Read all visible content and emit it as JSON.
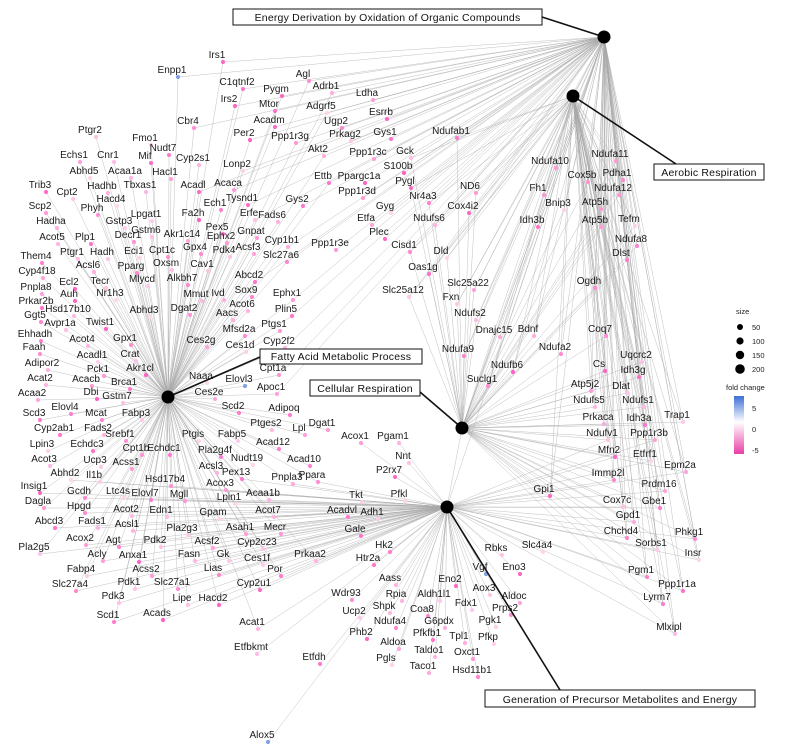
{
  "hubs": [
    {
      "id": "energy",
      "label": "Energy Derivation by Oxidation of Organic Compounds"
    },
    {
      "id": "aerobic",
      "label": "Aerobic Respiration"
    },
    {
      "id": "fatty",
      "label": "Fatty Acid Metabolic Process"
    },
    {
      "id": "cellular",
      "label": "Cellular Respiration"
    },
    {
      "id": "precursor",
      "label": "Generation of Precursor Metabolites and Energy"
    }
  ],
  "genes": [
    "Irs1",
    "Enpp1",
    "C1qtnf2",
    "Irs2",
    "Agl",
    "Pygm",
    "Adrb1",
    "Ldha",
    "Mtor",
    "Adgrf5",
    "Esrrb",
    "Cbr4",
    "Ptgr2",
    "Fmo1",
    "Nudt7",
    "Mif",
    "Cyp2s1",
    "Lonp2",
    "Acadm",
    "Per2",
    "Ppp1r3g",
    "Ugp2",
    "Prkag2",
    "Gys1",
    "Akt2",
    "Ppp1r3c",
    "Gck",
    "Ndufab1",
    "Ndufa10",
    "Ndufa11",
    "Cox5b",
    "Pdha1",
    "Echs1",
    "Cnr1",
    "Abhd5",
    "Acaa1a",
    "Hacl1",
    "Hadhb",
    "Tbxas1",
    "Acadl",
    "Acaca",
    "Hacd4",
    "Lpgat1",
    "Fa2h",
    "Tysnd1",
    "Erfe",
    "Ech1",
    "Gstm6",
    "Pex5",
    "Gnpat",
    "Fads6",
    "Trib3",
    "Cpt2",
    "Phyh",
    "Gstp3",
    "Scp2",
    "Decr1",
    "Hadha",
    "Plp1",
    "Acot5",
    "Ptgr1",
    "Hadh",
    "Eci1",
    "Cpt1c",
    "Gpx4",
    "Pdk4",
    "Akr1c14",
    "Ephx2",
    "Acsf3",
    "Cyp1b1",
    "Slc27a6",
    "Them4",
    "Acsl6",
    "Pparg",
    "Oxsm",
    "Cav1",
    "Abcd2",
    "Cyp4f18",
    "Ecl2",
    "Tecr",
    "Mlycd",
    "Nr1h3",
    "Alkbh7",
    "Ivd",
    "Sox9",
    "Ephx1",
    "Ettb",
    "Ppargc1a",
    "Gys2",
    "S100b",
    "Pygl",
    "Ppp1r3d",
    "Gyg",
    "Nr4a3",
    "Ndufs6",
    "Etfa",
    "Plec",
    "Cisd1",
    "Dld",
    "Oas1g",
    "Slc25a12",
    "Slc25a22",
    "Fxn",
    "Ndufs2",
    "Dnajc15",
    "Bdnf",
    "Ndufa9",
    "Ndufb6",
    "Suclg1",
    "Ndufa2",
    "ND6",
    "Cox4i2",
    "Fh1",
    "Bnip3",
    "Idh3b",
    "Atp5h",
    "Ndufa12",
    "Atp5b",
    "Tefm",
    "Ndufa8",
    "Dlst",
    "Ogdh",
    "Coq7",
    "Ppp1r3e",
    "Uqcrc2",
    "Cs",
    "Idh3g",
    "Dlat",
    "Atp5j2",
    "Ndufs5",
    "Ndufs1",
    "Prkaca",
    "Idh3a",
    "Trap1",
    "Ndufv1",
    "Ppp1r3b",
    "Mfn2",
    "Etfrf1",
    "Pnpla8",
    "Auh",
    "Prkar2b",
    "Hsd17b10",
    "Ggt5",
    "Abhd3",
    "Dgat2",
    "Aacs",
    "Mmut",
    "Acot6",
    "Plin5",
    "Ptgs1",
    "Mfsd2a",
    "Ces2g",
    "Ces1d",
    "Cpt1a",
    "Elovl3",
    "Cyp2f2",
    "Apoc1",
    "Naaa",
    "Ces2e",
    "Acadvl",
    "Avpr1a",
    "Twist1",
    "Ehhadh",
    "Faah",
    "Acot4",
    "Gpx1",
    "Crat",
    "Adipor2",
    "Acadl1",
    "Pck1",
    "Akr1cl",
    "Acat2",
    "Acacb",
    "Brca1",
    "Acaa2",
    "Dbi",
    "Gstm7",
    "Scd3",
    "Elovl4",
    "Mcat",
    "Fabp3",
    "Cyp2ab1",
    "Fads2",
    "Srebf1",
    "Lpin3",
    "Echdc3",
    "Cpt1b",
    "Acot3",
    "Ucp3",
    "Acss1",
    "Insig1",
    "Il1b",
    "Gcdh",
    "Ltc4s",
    "Dagla",
    "Abhd2",
    "Hpgd",
    "Elovl7",
    "Mgll",
    "Scd2",
    "Adipoq",
    "Dgat1",
    "Ptges2",
    "Lpl",
    "Acox1",
    "Pgam1",
    "Fabp5",
    "Acad12",
    "Nnt",
    "P2rx7",
    "Ptgis",
    "Pla2g4f",
    "Acsl3",
    "Nudt19",
    "Acad10",
    "Ppara",
    "Echdc1",
    "Hsd17b4",
    "Acox3",
    "Pex13",
    "Pnpla3",
    "Lpin1",
    "Acaa1b",
    "Acot7",
    "Tkt",
    "Pfkl",
    "Acot2",
    "Edn1",
    "Gpam",
    "Asah1",
    "Mecr",
    "Adh1",
    "Abcd3",
    "Fads1",
    "Acsl1",
    "Pla2g3",
    "Gale",
    "Acox2",
    "Agt",
    "Pdk2",
    "Acsf2",
    "Cyp2c23",
    "Pla2g5",
    "Acly",
    "Anxa1",
    "Fasn",
    "Gk",
    "Ces1f",
    "Prkaa2",
    "Hk2",
    "Fabp4",
    "Acss2",
    "Lias",
    "Por",
    "Htr2a",
    "Slc27a4",
    "Pdk1",
    "Slc27a1",
    "Lipe",
    "Hacd2",
    "Pdk3",
    "Cyp2u1",
    "Acads",
    "Scd1",
    "Acat1",
    "Etfbkmt",
    "Etfdh",
    "Alox5",
    "Aass",
    "Wdr93",
    "Rpia",
    "Aldh1l1",
    "Ucp2",
    "Shpk",
    "Coa8",
    "Phb2",
    "Ndufa4",
    "Eno2",
    "Aox3",
    "Aldoc",
    "Fdx1",
    "G6pdx",
    "Prps2",
    "Pfkfb1",
    "Pgk1",
    "Aldoa",
    "Tpl1",
    "Pfkp",
    "Pgls",
    "Taldo1",
    "Oxct1",
    "Taco1",
    "Hsd11b1",
    "Rbks",
    "Slc4a4",
    "Vgf",
    "Eno3",
    "Gpi1",
    "Immp2l",
    "Prdm16",
    "Epm2a",
    "Gbe1",
    "Cox7c",
    "Gpd1",
    "Chchd4",
    "Phkg1",
    "Sorbs1",
    "Insr",
    "Pgm1",
    "Ppp1r1a",
    "Lyrm7",
    "Mlxipl"
  ],
  "legend": {
    "size_title": "size",
    "size_values": [
      "50",
      "100",
      "150",
      "200"
    ],
    "fold_title": "fold change",
    "fold_ticks": [
      "5",
      "0",
      "-5"
    ],
    "colors": {
      "high": "#3d6fd6",
      "mid": "#ffffff",
      "low": "#e83fa6"
    }
  }
}
